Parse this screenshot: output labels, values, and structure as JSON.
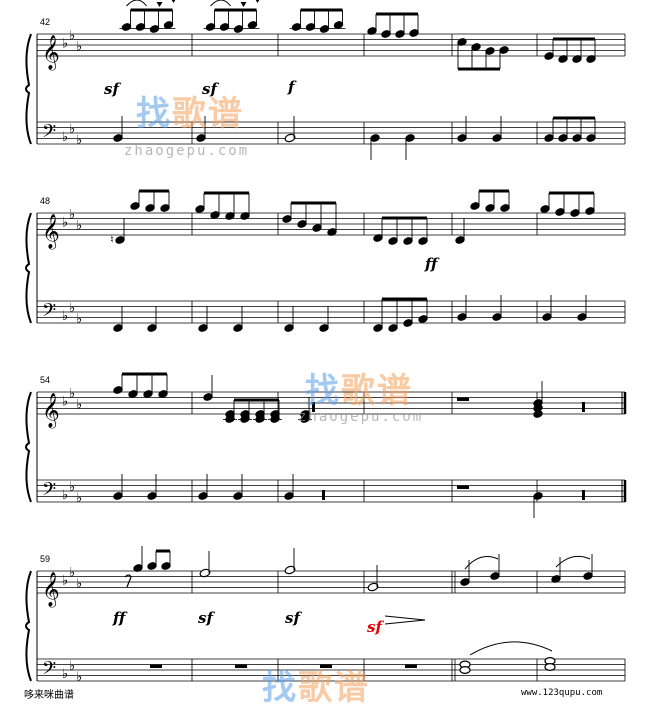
{
  "measure_numbers": [
    "42",
    "48",
    "54",
    "59"
  ],
  "dynamics": {
    "sys1": [
      "sf",
      "sf",
      "f"
    ],
    "sys2": [
      "ff"
    ],
    "sys4": [
      "ff",
      "sf",
      "sf",
      "sf"
    ]
  },
  "watermark": {
    "brand_blue": "找",
    "brand_orange": "歌谱",
    "url": "zhaogepu.com"
  },
  "footer": {
    "left": "哆来咪曲谱",
    "right": "www.123qupu.com"
  },
  "colors": {
    "ink": "#000000",
    "accent_red": "#e00000",
    "watermark_orange": "#f3a15d",
    "watermark_blue": "#5aa0e6"
  }
}
